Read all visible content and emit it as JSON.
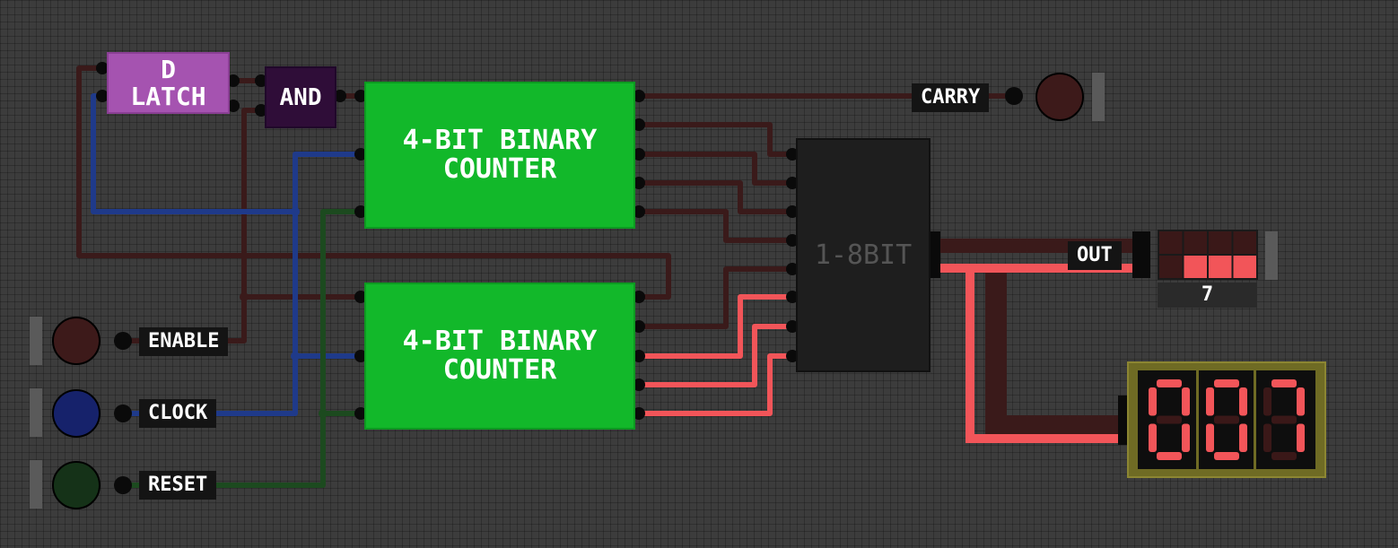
{
  "chips": {
    "d_latch": "D\nLATCH",
    "and_gate": "AND",
    "counter_top": "4-BIT BINARY\nCOUNTER",
    "counter_bottom": "4-BIT BINARY\nCOUNTER",
    "splitter": "1-8BIT"
  },
  "inputs": {
    "enable": {
      "label": "ENABLE",
      "color": "#3d1a1a"
    },
    "clock": {
      "label": "CLOCK",
      "color": "#16226b"
    },
    "reset": {
      "label": "RESET",
      "color": "#153218"
    }
  },
  "outputs": {
    "carry": {
      "label": "CARRY",
      "color": "#3d1a1a"
    },
    "out": {
      "label": "OUT"
    }
  },
  "led_grid": {
    "top_row": [
      0,
      0,
      0,
      0
    ],
    "bottom_row": [
      0,
      1,
      1,
      1
    ],
    "value_caption": "7"
  },
  "display": {
    "digits": [
      "0",
      "0",
      "7"
    ]
  },
  "colors": {
    "wire_off": "#3a1a1a",
    "wire_on": "#f25559",
    "wire_clock": "#1f3a8a",
    "wire_reset": "#1c4a1f",
    "segment_on": "#f25559",
    "segment_off": "#3a1818"
  }
}
